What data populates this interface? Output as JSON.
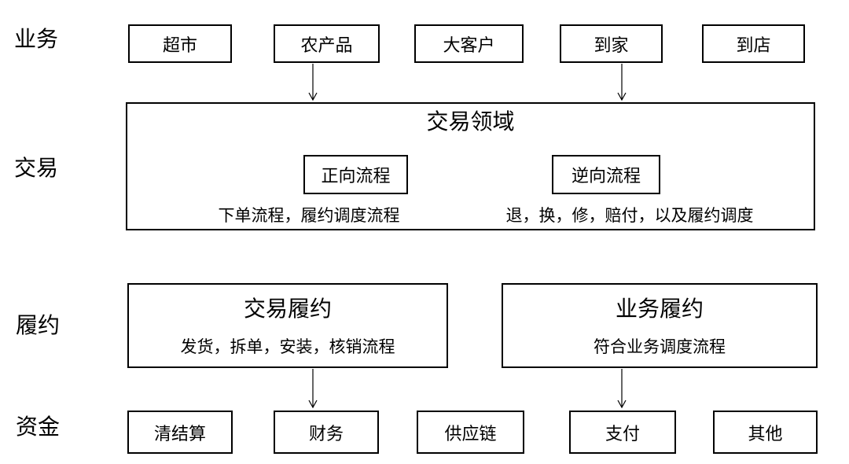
{
  "colors": {
    "background": "#ffffff",
    "border": "#000000",
    "text": "#000000",
    "arrow": "#000000"
  },
  "layers": {
    "business": {
      "label": "业务",
      "boxes": [
        "超市",
        "农产品",
        "大客户",
        "到家",
        "到店"
      ]
    },
    "trade": {
      "label": "交易",
      "domain_title": "交易领域",
      "forward": {
        "label": "正向流程",
        "caption": "下单流程，履约调度流程"
      },
      "reverse": {
        "label": "逆向流程",
        "caption": "退，换，修，赔付，以及履约调度"
      }
    },
    "fulfillment": {
      "label": "履约",
      "trade_fulfillment": {
        "title": "交易履约",
        "subtitle": "发货，拆单，安装，核销流程"
      },
      "business_fulfillment": {
        "title": "业务履约",
        "subtitle": "符合业务调度流程"
      }
    },
    "funds": {
      "label": "资金",
      "boxes": [
        "清结算",
        "财务",
        "供应链",
        "支付",
        "其他"
      ]
    }
  },
  "connections": [
    {
      "from": "农产品",
      "to": "交易领域"
    },
    {
      "from": "到家",
      "to": "交易领域"
    },
    {
      "from": "交易履约",
      "to": "财务"
    },
    {
      "from": "业务履约",
      "to": "支付"
    }
  ]
}
